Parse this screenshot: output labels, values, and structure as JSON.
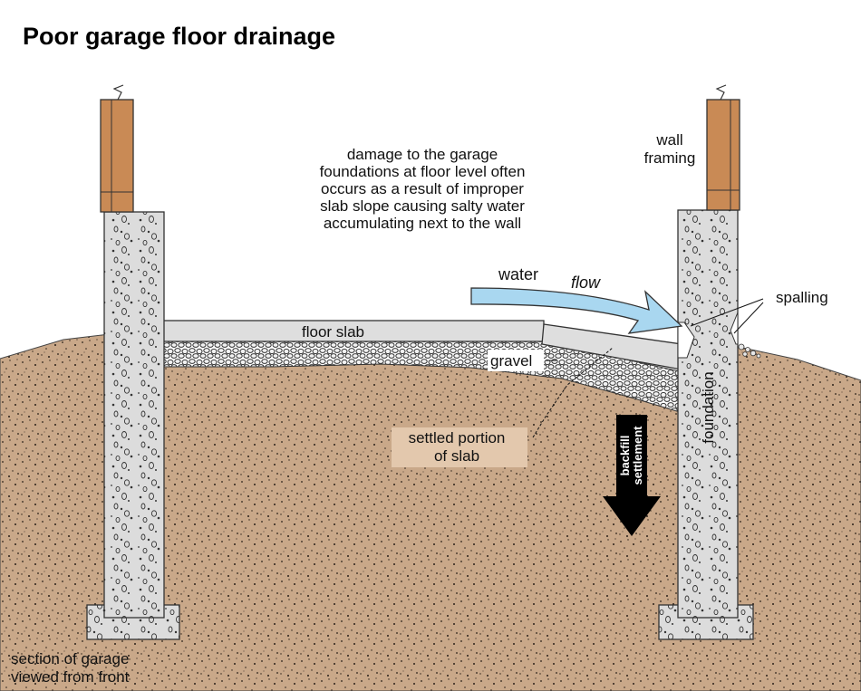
{
  "title": "Poor garage floor drainage",
  "caption": [
    "damage to the garage",
    "foundations at floor level often",
    "occurs as a result of improper",
    "slab slope causing salty water",
    "accumulating next to the wall"
  ],
  "labels": {
    "wall_framing": [
      "wall",
      "framing"
    ],
    "water": "water",
    "flow": "flow",
    "spalling": "spalling",
    "floor_slab": "floor slab",
    "gravel": "gravel",
    "foundation": "foundation",
    "settled_portion": [
      "settled portion",
      "of slab"
    ],
    "backfill_settlement": [
      "backfill",
      "settlement"
    ],
    "section_note": [
      "section of garage",
      "viewed from front"
    ]
  },
  "colors": {
    "soil": "#c9a889",
    "concrete": "#dcdcdc",
    "wood": "#c98a55",
    "water": "#a9d7f0",
    "label_bg": "#e3c8ad",
    "outline": "#222222"
  }
}
